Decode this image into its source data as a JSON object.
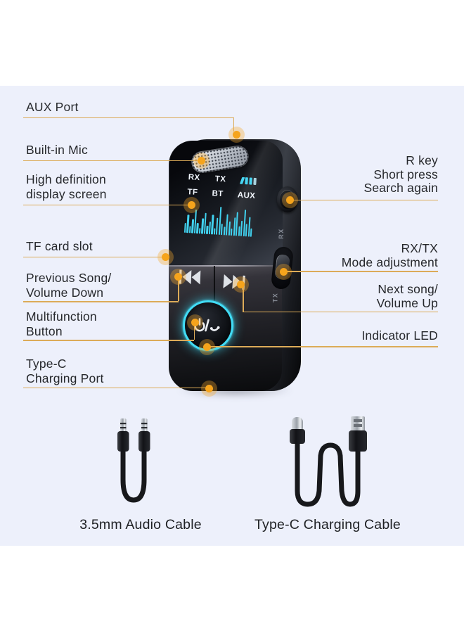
{
  "colors": {
    "panel_bg": "#edf0fb",
    "leader_line": "#dcab58",
    "dot_orange": "#f6a41c",
    "screen_cyan": "#41d2ef",
    "ring_cyan": "#41dcf5",
    "label_text": "#26282c"
  },
  "callouts": {
    "left": [
      {
        "lines": [
          "AUX Port"
        ]
      },
      {
        "lines": [
          "Built-in Mic"
        ]
      },
      {
        "lines": [
          "High definition",
          "display screen"
        ]
      },
      {
        "lines": [
          "TF card slot"
        ]
      },
      {
        "lines": [
          "Previous Song/",
          "Volume Down"
        ]
      },
      {
        "lines": [
          "Multifunction",
          "Button"
        ]
      },
      {
        "lines": [
          "Type-C",
          "Charging Port"
        ]
      }
    ],
    "right": [
      {
        "lines": [
          "R key",
          "Short press",
          "Search again"
        ]
      },
      {
        "lines": [
          "RX/TX",
          "Mode adjustment"
        ]
      },
      {
        "lines": [
          "Next song/",
          "Volume Up"
        ]
      },
      {
        "lines": [
          "Indicator LED"
        ]
      }
    ]
  },
  "device": {
    "screen": {
      "row1": [
        "RX",
        "TX"
      ],
      "battery_icon": "battery-level-icon",
      "row2": [
        "TF",
        "BT",
        "AUX"
      ],
      "spectrum_bars": [
        14,
        26,
        10,
        20,
        34,
        15,
        8,
        22,
        30,
        12,
        18,
        28,
        9,
        24,
        40,
        16,
        12,
        30,
        20,
        10,
        26,
        34,
        14,
        22,
        38,
        18,
        28,
        12
      ]
    },
    "side_labels": {
      "upper": "RX",
      "lower": "TX"
    },
    "icons": {
      "mic_grille": "microphone-grille",
      "previous": "previous-track-icon",
      "next": "next-track-icon",
      "multifunction": "power-phone-icon"
    }
  },
  "accessories": {
    "audio_cable_label": "3.5mm Audio Cable",
    "typec_cable_label": "Type-C Charging Cable"
  }
}
